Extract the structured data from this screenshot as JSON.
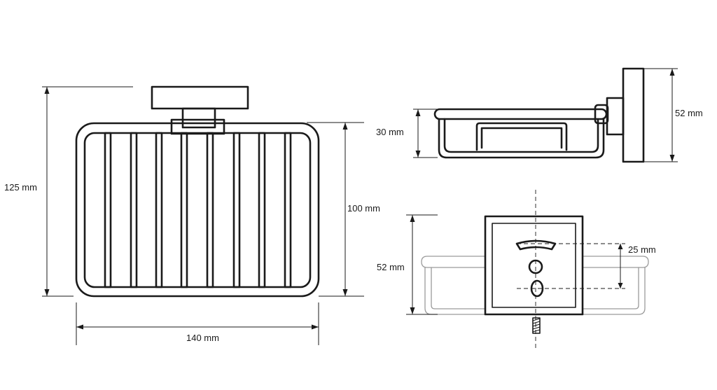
{
  "dimensions": {
    "total_height": "125 mm",
    "basket_height": "100 mm",
    "width": "140 mm",
    "side_depth": "30 mm",
    "side_height": "52 mm",
    "rear_height": "52 mm",
    "hole_spacing": "25 mm"
  }
}
